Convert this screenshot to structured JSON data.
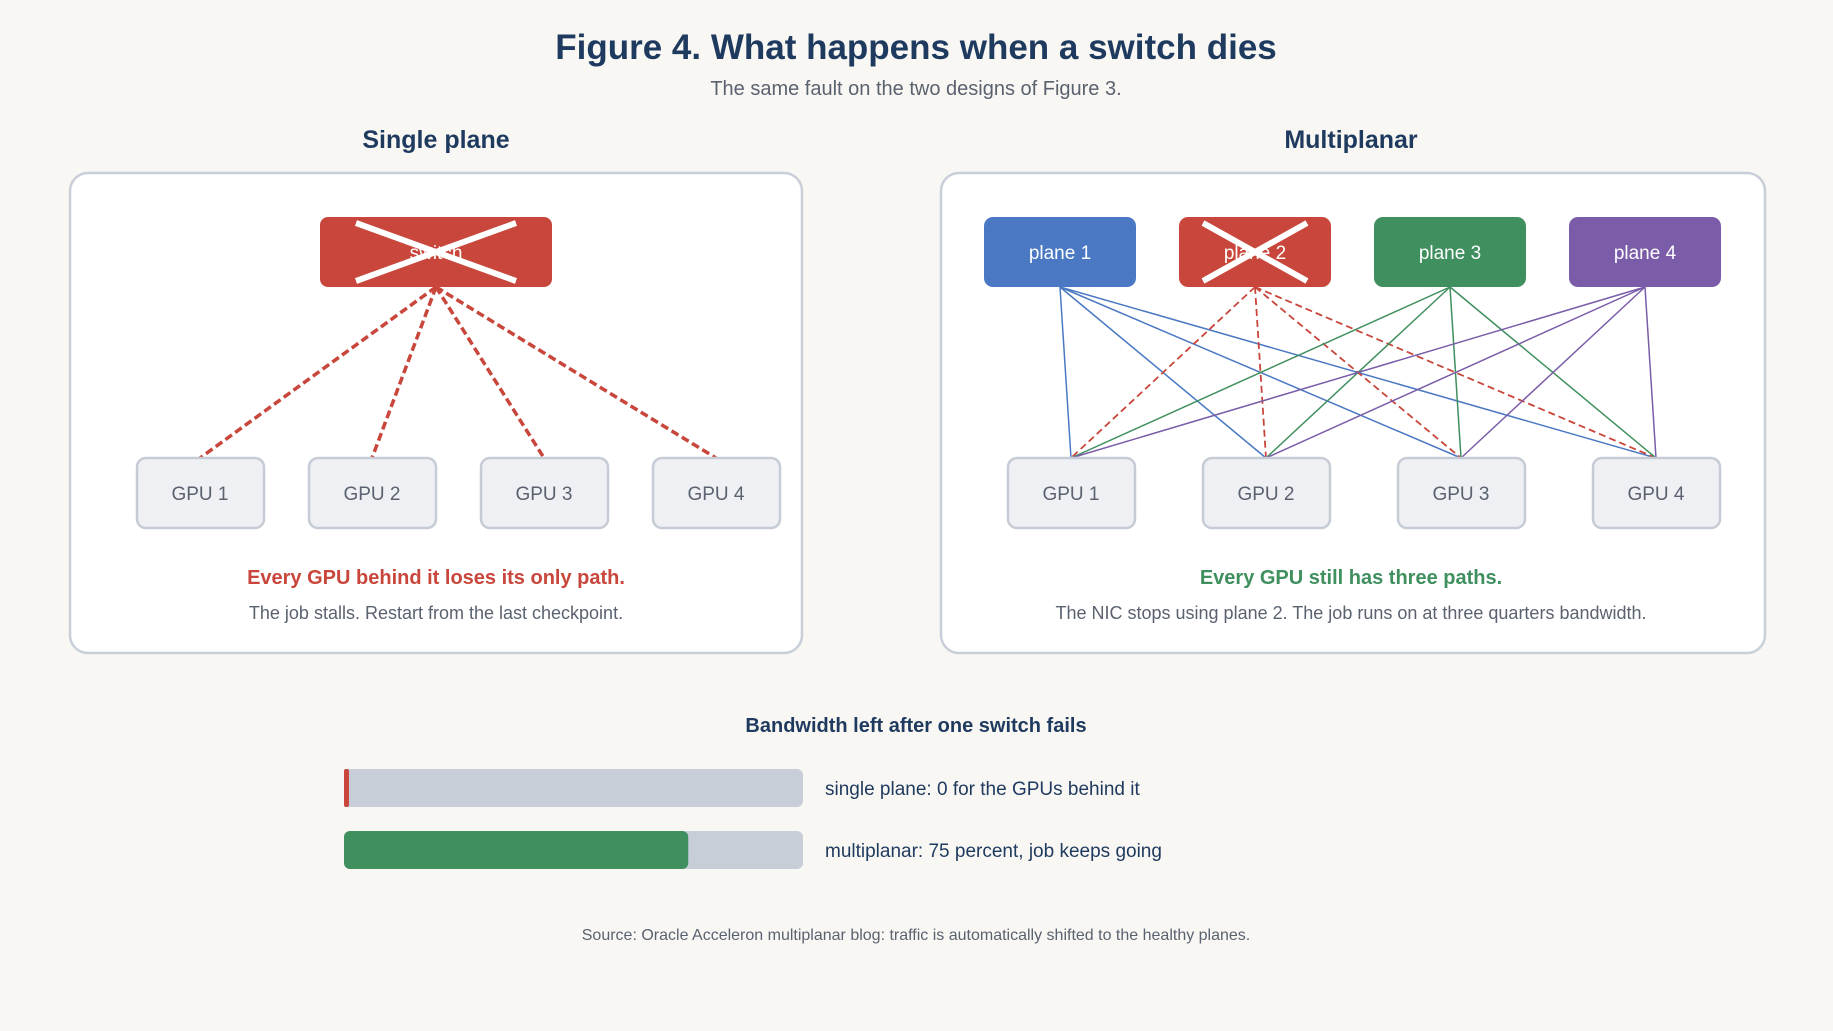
{
  "figure": {
    "title": "Figure 4. What happens when a switch dies",
    "subtitle": "The same fault on the two designs of Figure 3."
  },
  "single_plane": {
    "heading": "Single plane",
    "switch_label": "switch",
    "switch_status": "failed",
    "gpus": [
      "GPU 1",
      "GPU 2",
      "GPU 3",
      "GPU 4"
    ],
    "outcome": "Every GPU behind it loses its only path.",
    "detail": "The job stalls. Restart from the last checkpoint."
  },
  "multiplanar": {
    "heading": "Multiplanar",
    "planes": [
      {
        "label": "plane 1",
        "color": "#4a78c2",
        "failed": false
      },
      {
        "label": "plane 2",
        "color": "#c8463b",
        "failed": true
      },
      {
        "label": "plane 3",
        "color": "#3f8f5f",
        "failed": false
      },
      {
        "label": "plane 4",
        "color": "#7a5ca8",
        "failed": false
      }
    ],
    "gpus": [
      "GPU 1",
      "GPU 2",
      "GPU 3",
      "GPU 4"
    ],
    "outcome": "Every GPU still has three paths.",
    "detail": "The NIC stops using plane 2. The job runs on at three quarters bandwidth."
  },
  "bandwidth": {
    "title": "Bandwidth left after one switch fails",
    "bars": [
      {
        "label": "single plane: 0 for the GPUs behind it",
        "value": 0,
        "color": "#c8463b"
      },
      {
        "label": "multiplanar: 75 percent, job keeps going",
        "value": 0.75,
        "color": "#3f8f5f"
      }
    ]
  },
  "source": "Source: Oracle Acceleron multiplanar blog: traffic is automatically shifted to the healthy planes.",
  "colors": {
    "title": "#1f3a5f",
    "failed": "#c8463b",
    "healthy": "#3f8f5f",
    "bar_track": "#c8ced8",
    "gpu_fill": "#eef0f4",
    "gpu_stroke": "#c6ccd5"
  }
}
